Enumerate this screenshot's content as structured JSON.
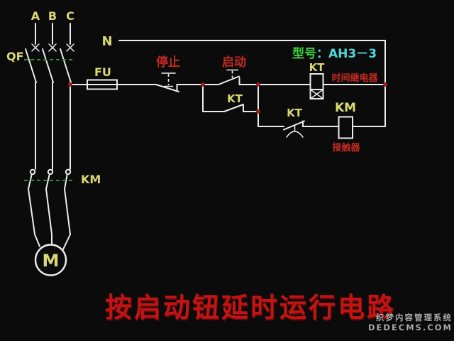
{
  "colors": {
    "bg": "#0b0b0b",
    "line": "#ededed",
    "label": "#d9d874",
    "red": "#c52a24",
    "title": "#c31414",
    "green": "#2f8f3a",
    "model_green": "#3fd23f",
    "model_cyan": "#4fd9d9",
    "dot": "#9c1f1f",
    "watermark": "#a9a9a9"
  },
  "labels": {
    "phase_a": "A",
    "phase_b": "B",
    "phase_c": "C",
    "breaker": "QF",
    "fuse": "FU",
    "neutral": "N",
    "stop": "停止",
    "start": "启动",
    "model_name": "型号",
    "model_value": "：AH3－3",
    "time_relay_coil": "KT",
    "time_relay_desc": "时间继电器",
    "kt_latch_contact": "KT",
    "kt_delay_contact": "KT",
    "contactor_coil": "KM",
    "contactor_desc": "接触器",
    "contactor_contacts": "KM",
    "motor": "M"
  },
  "title": "按启动钮延时运行电路",
  "watermark": {
    "line1": "织梦内容管理系统",
    "line2": "DEDECMS.COM"
  }
}
